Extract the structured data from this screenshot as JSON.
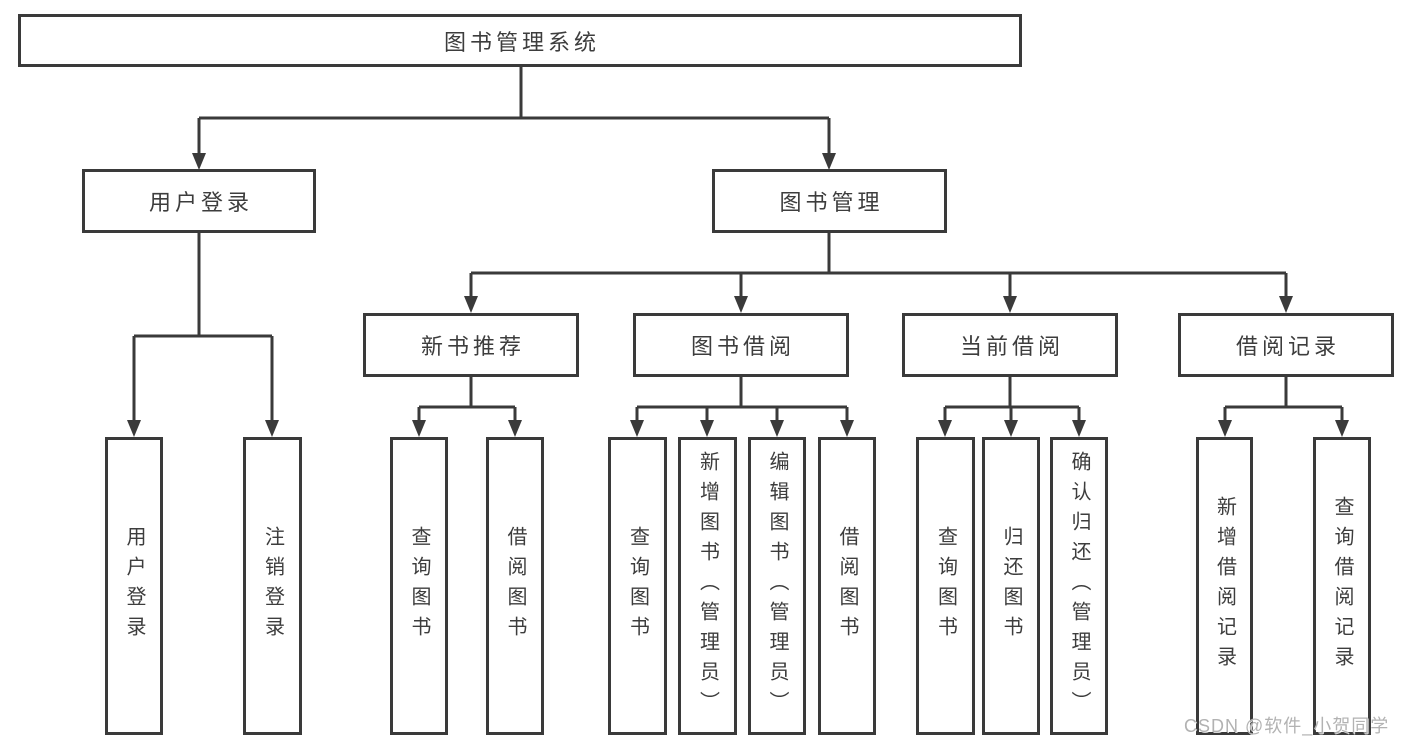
{
  "tree": {
    "root": "图书管理系统",
    "branches": {
      "user_login": {
        "label": "用户登录",
        "children": {
          "login": "用户登录",
          "logout": "注销登录"
        }
      },
      "book_mgmt": {
        "label": "图书管理",
        "children": {
          "new_book_rec": {
            "label": "新书推荐",
            "children": {
              "query": "查询图书",
              "borrow": "借阅图书"
            }
          },
          "book_borrow": {
            "label": "图书借阅",
            "children": {
              "query": "查询图书",
              "add": "新增图书（管理员）",
              "edit": "编辑图书（管理员）",
              "borrow": "借阅图书"
            }
          },
          "current_borrow": {
            "label": "当前借阅",
            "children": {
              "query": "查询图书",
              "return": "归还图书",
              "confirm": "确认归还（管理员）"
            }
          },
          "borrow_record": {
            "label": "借阅记录",
            "children": {
              "add": "新增借阅记录",
              "query": "查询借阅记录"
            }
          }
        }
      }
    }
  },
  "watermark": "CSDN @软件_小贺同学",
  "colors": {
    "line": "#3a3a3a",
    "text": "#3d3d3d",
    "watermark": "#b2b2b2",
    "background": "#ffffff"
  }
}
